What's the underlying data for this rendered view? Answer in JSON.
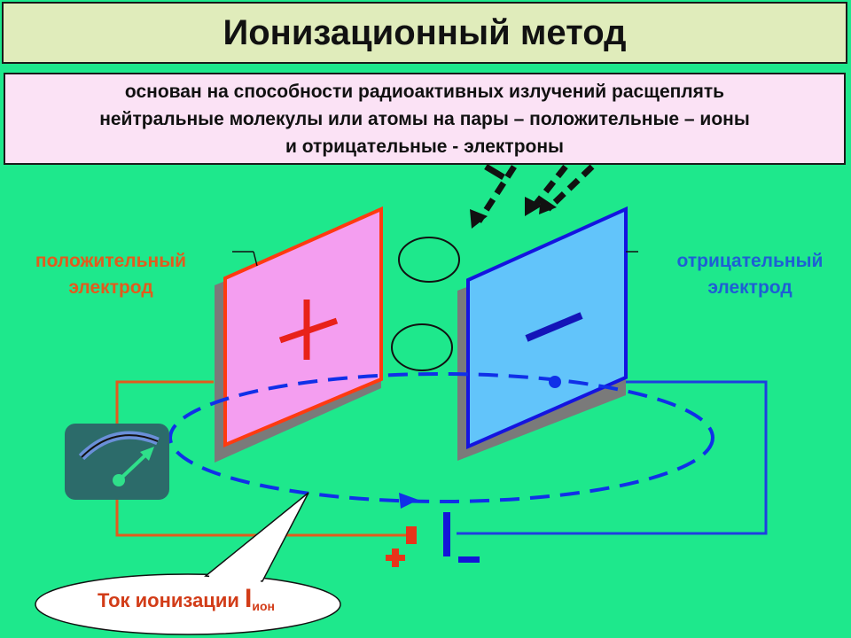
{
  "title": "Ионизационный метод",
  "description": {
    "line1": "основан на способности радиоактивных излучений расщеплять",
    "line2": "нейтральные молекулы или атомы на пары – положительные – ионы",
    "line3": "и отрицательные - электроны"
  },
  "labels": {
    "positive_line1": "положительный",
    "positive_line2": "электрод",
    "negative_line1": "отрицательный",
    "negative_line2": "электрод"
  },
  "callout": {
    "text": "Ток ионизации",
    "symbol": "I",
    "subscript": "ион"
  },
  "colors": {
    "background": "#1ee88c",
    "positive_plate_fill": "#f49ef0",
    "positive_plate_stroke": "#ff3a10",
    "negative_plate_fill": "#62c4fa",
    "negative_plate_stroke": "#1414e0",
    "wire_positive": "#e25b1d",
    "wire_negative": "#1e3fe0",
    "ion_current": "#1030e8"
  },
  "icons": [
    "ammeter-icon",
    "radiation-arrows",
    "battery-symbol"
  ]
}
